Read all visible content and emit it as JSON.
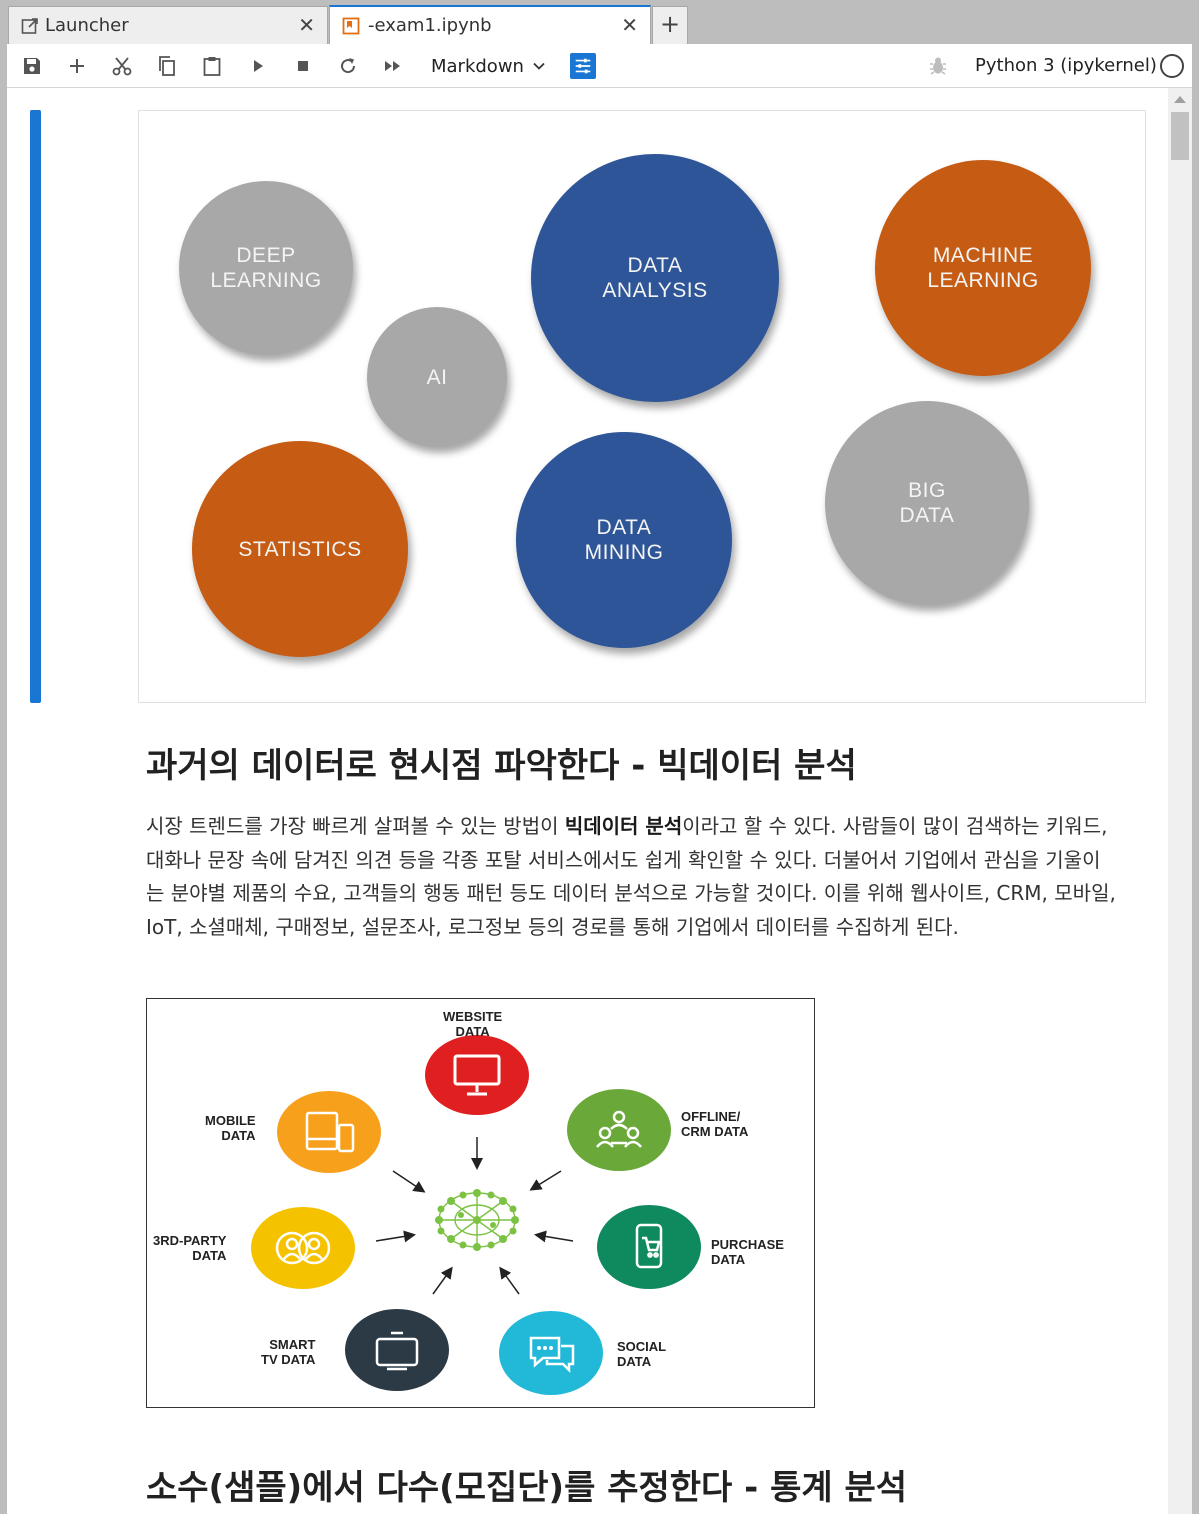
{
  "tabs": [
    {
      "label": "Launcher",
      "icon": "external-launcher-icon"
    },
    {
      "label": "-exam1.ipynb",
      "icon": "notebook-icon"
    }
  ],
  "toolbar": {
    "cell_type": "Markdown",
    "kernel": "Python 3 (ipykernel)",
    "accent": "#1976d2"
  },
  "figure1": {
    "bubbles": [
      {
        "label": "DEEP\nLEARNING",
        "color": "#a8a8a8"
      },
      {
        "label": "AI",
        "color": "#a8a8a8"
      },
      {
        "label": "DATA\nANALYSIS",
        "color": "#2e5597"
      },
      {
        "label": "MACHINE\nLEARNING",
        "color": "#c65c14"
      },
      {
        "label": "BIG\nDATA",
        "color": "#a8a8a8"
      },
      {
        "label": "STATISTICS",
        "color": "#c65c14"
      },
      {
        "label": "DATA\nMINING",
        "color": "#2e5597"
      }
    ]
  },
  "section1": {
    "heading": "과거의 데이터로 현시점 파악한다 - 빅데이터 분석",
    "para_before_bold": "시장 트렌드를 가장 빠르게 살펴볼 수 있는 방법이 ",
    "para_bold": "빅데이터 분석",
    "para_after_bold": "이라고 할 수 있다. 사람들이 많이 검색하는 키워드, 대화나 문장 속에 담겨진 의견 등을 각종 포탈 서비스에서도 쉽게 확인할 수 있다. 더불어서 기업에서 관심을 기울이는 분야별 제품의 수요, 고객들의 행동 패턴 등도 데이터 분석으로 가능할 것이다. 이를 위해 웹사이트, CRM, 모바일, IoT, 소셜매체, 구매정보, 설문조사, 로그정보 등의 경로를 통해 기업에서 데이터를 수집하게 된다."
  },
  "figure2": {
    "sources": [
      {
        "label": "WEBSITE\nDATA",
        "color": "#e02020",
        "icon": "monitor-icon"
      },
      {
        "label": "OFFLINE/\nCRM DATA",
        "color": "#6aa83a",
        "icon": "people-group-icon"
      },
      {
        "label": "PURCHASE\nDATA",
        "color": "#0f8a5f",
        "icon": "phone-cart-icon"
      },
      {
        "label": "SOCIAL\nDATA",
        "color": "#22b8d8",
        "icon": "chat-bubbles-icon"
      },
      {
        "label": "SMART\nTV DATA",
        "color": "#2c3a45",
        "icon": "tv-icon"
      },
      {
        "label": "3RD-PARTY\nDATA",
        "color": "#f5c200",
        "icon": "users-icon"
      },
      {
        "label": "MOBILE\nDATA",
        "color": "#f7a01c",
        "icon": "devices-icon"
      }
    ],
    "hub_color": "#7cc242"
  },
  "section2": {
    "heading": "소수(샘플)에서 다수(모집단)를 추정한다 - 통계 분석"
  }
}
